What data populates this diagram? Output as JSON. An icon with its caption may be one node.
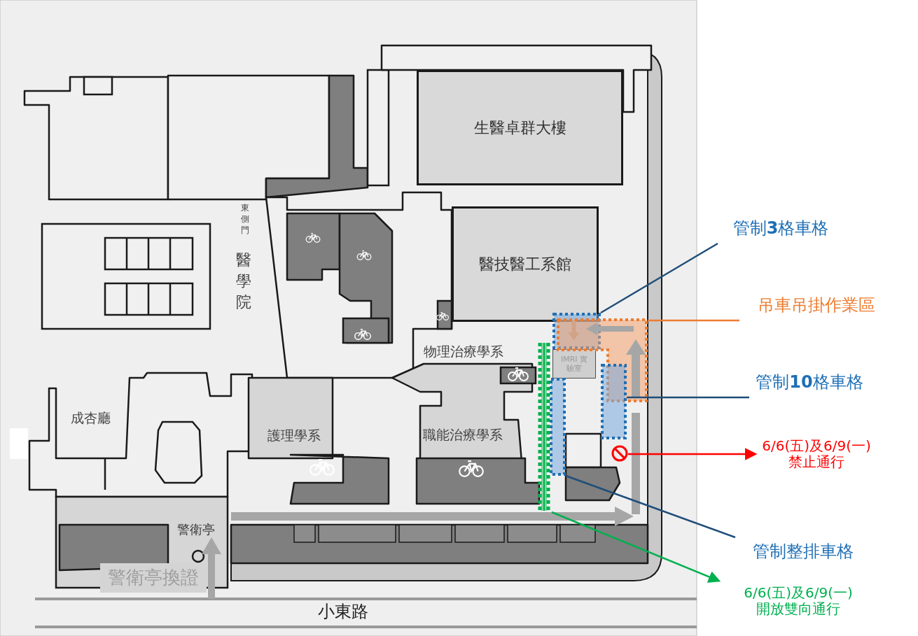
{
  "diagram": {
    "nodes": [
      {
        "text": [
          "生醫卓群大樓"
        ]
      },
      {
        "text": [
          "東側門"
        ]
      },
      {
        "text": [
          "醫學院"
        ]
      },
      {
        "text": [
          "醫技醫工系館"
        ]
      },
      {
        "text": [
          "物理治療學系"
        ]
      },
      {
        "text": [
          "成杏廳"
        ]
      },
      {
        "text": [
          "護理學系"
        ]
      },
      {
        "text": [
          "職能治療學系"
        ]
      },
      {
        "text": [
          "IMRI 實驗室"
        ]
      },
      {
        "text": [
          "警衛亭"
        ]
      },
      {
        "text": [
          "警衛亭換證"
        ]
      },
      {
        "text": [
          "小東路"
        ]
      },
      {
        "text": [
          "管制**3**格車格"
        ]
      },
      {
        "text": [],
        "shape": "box"
      },
      {
        "text": [
          "吊車吊掛作業區"
        ]
      },
      {
        "text": [],
        "shape": "box"
      },
      {
        "text": [
          "管制**10**格車格"
        ]
      },
      {
        "text": [],
        "shape": "box"
      },
      {
        "text": [
          "管制整排車格"
        ]
      },
      {
        "text": [],
        "shape": "box"
      },
      {
        "text": [
          "6/6(五)及6/9(一)",
          "禁止通行"
        ]
      },
      {
        "text": [],
        "shape": "circle"
      },
      {
        "text": [
          "6/6(五)及6/9(一)",
          "開放雙向通行"
        ]
      },
      {
        "text": [],
        "shape": "bar"
      }
    ],
    "edges": [
      {
        "from": 12,
        "to": 13,
        "arrow": "none"
      },
      {
        "from": 14,
        "to": 15,
        "arrow": "none",
        "color": "#ed7d31"
      },
      {
        "from": 16,
        "to": 17,
        "arrow": "none"
      },
      {
        "from": 18,
        "to": 19,
        "arrow": "none"
      },
      {
        "from": 21,
        "to": 20,
        "arrow": "to",
        "color": "#ff0000"
      },
      {
        "from": 23,
        "to": 22,
        "arrow": "to",
        "color": "#00b050"
      }
    ]
  }
}
